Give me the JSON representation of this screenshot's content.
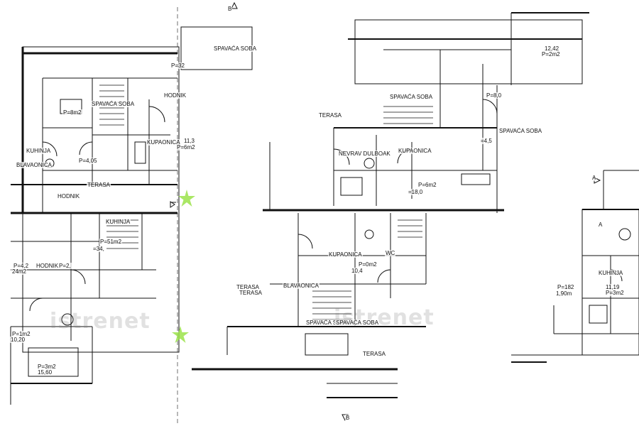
{
  "labels": {
    "top_b": "B",
    "bottom_b": "B",
    "a_right": "A",
    "a_right2": "A",
    "l1": "SPAVAĆA SOBA",
    "l2": "P=32",
    "l3": "HODNIK",
    "l4": "SPAVAĆA SOBA",
    "l5": "P=8m2",
    "l6": "KUHINJA",
    "l7": "BLAVAONICA",
    "l8": "11,3",
    "l9": "KUPAONICA",
    "l10": "P=6m2",
    "l11": "TERASA",
    "l12": "P=4,05",
    "l13": "HODNIK",
    "l14": "KUHINJA",
    "l15": "P=51m2",
    "l16": "=34,",
    "l17": "P=4,2",
    "l18": "24m2",
    "l19": "HODNIK",
    "l20": "P=2,",
    "l21": "P=1m2",
    "l22": "10,20",
    "l23": "P=3m2",
    "l24": "15,60",
    "l25": "NEVRAV DULBOAK",
    "l26": "KUPAONICA",
    "l27": "P=6m2",
    "l28": "=18,0",
    "l29": "SPAVAĆA SOBA",
    "l30": "12,42",
    "l31": "P=8,0",
    "l32": "SPAVAĆA SOBA",
    "l33": "=4,5",
    "l34": "TERASA",
    "l35": "KUPAONICA",
    "l36": "WC",
    "l37": "P=0m2",
    "l38": "10,4",
    "l39": "TERASA",
    "l40": "BLAVAONICA",
    "l41": "SPAVAĆA SOBA",
    "l42": "SPAVAĆA SOBA",
    "l43": "TERASA",
    "l44": "P=182",
    "l45": "1,90m",
    "l46": "KUHINJA",
    "l47": "11,19",
    "l48": "P=3m2",
    "l49": "P=2m2",
    "l50": "TERASA"
  },
  "watermarks": [
    "istrenet",
    "istrenet"
  ],
  "colors": {
    "line": "#111111",
    "background": "#ffffff",
    "star": "#9be34a",
    "watermark": "#787878"
  }
}
